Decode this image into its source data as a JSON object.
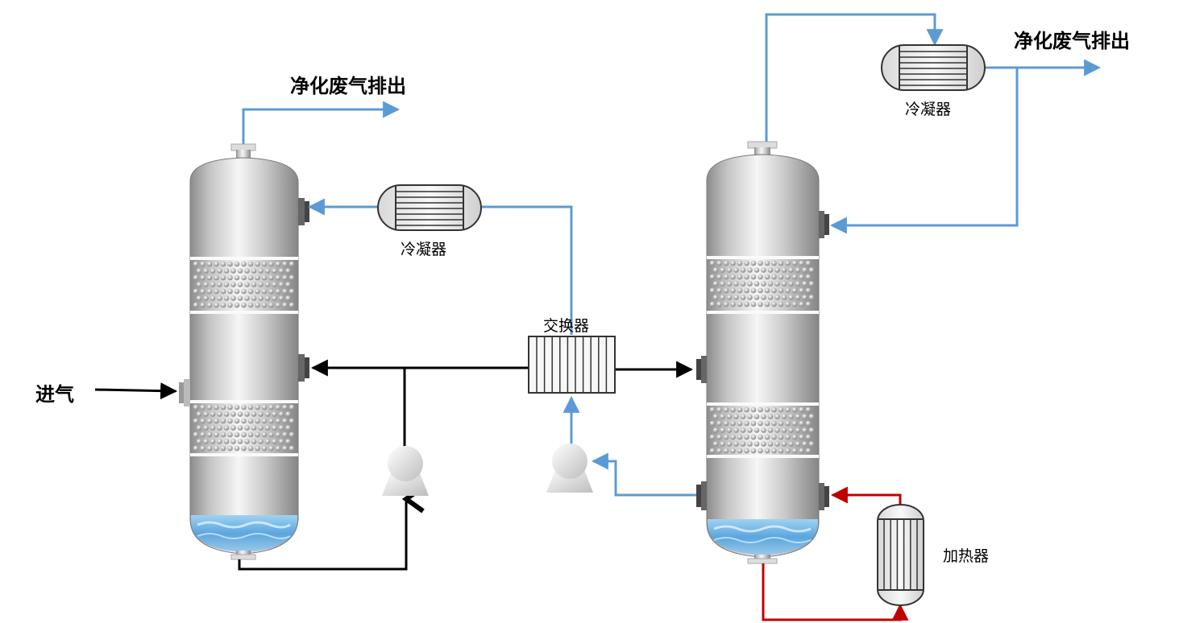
{
  "labels": {
    "exhaust_left": "净化废气排出",
    "exhaust_right": "净化废气排出",
    "inlet": "进气",
    "condenser_left": "冷凝器",
    "condenser_right": "冷凝器",
    "exchanger": "交换器",
    "heater": "加热器"
  },
  "colors": {
    "blue_line": "#5b9bd5",
    "black_line": "#000000",
    "red_line": "#c00000",
    "column_mid": "#f4f4f4",
    "column_dark": "#8a8a8a",
    "liquid": "#5aa9e0"
  }
}
